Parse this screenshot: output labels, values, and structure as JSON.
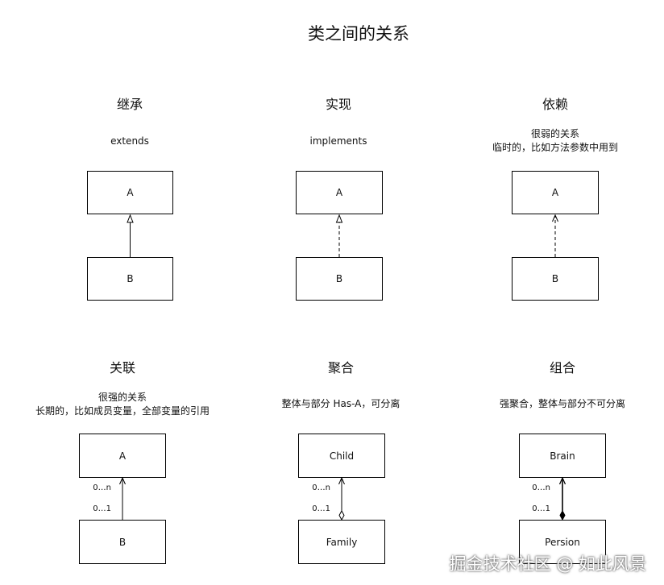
{
  "title": "类之间的关系",
  "panels": {
    "inheritance": {
      "heading": "继承",
      "desc": [
        "extends"
      ],
      "top": "A",
      "bottom": "B"
    },
    "realization": {
      "heading": "实现",
      "desc": [
        "implements"
      ],
      "top": "A",
      "bottom": "B"
    },
    "dependency": {
      "heading": "依赖",
      "desc": [
        "很弱的关系",
        "临时的，比如方法参数中用到"
      ],
      "top": "A",
      "bottom": "B"
    },
    "association": {
      "heading": "关联",
      "desc": [
        "很强的关系",
        "长期的，比如成员变量，全部变量的引用"
      ],
      "top": "A",
      "bottom": "B",
      "mult_top": "0…n",
      "mult_bottom": "0…1"
    },
    "aggregation": {
      "heading": "聚合",
      "desc": [
        "整体与部分 Has-A，可分离"
      ],
      "top": "Child",
      "bottom": "Family",
      "mult_top": "0…n",
      "mult_bottom": "0…1"
    },
    "composition": {
      "heading": "组合",
      "desc": [
        "强聚合，整体与部分不可分离"
      ],
      "top": "Brain",
      "bottom": "Persion",
      "mult_top": "0…n",
      "mult_bottom": "0…1"
    }
  },
  "watermark": "掘金技术社区 @ 如此风景"
}
